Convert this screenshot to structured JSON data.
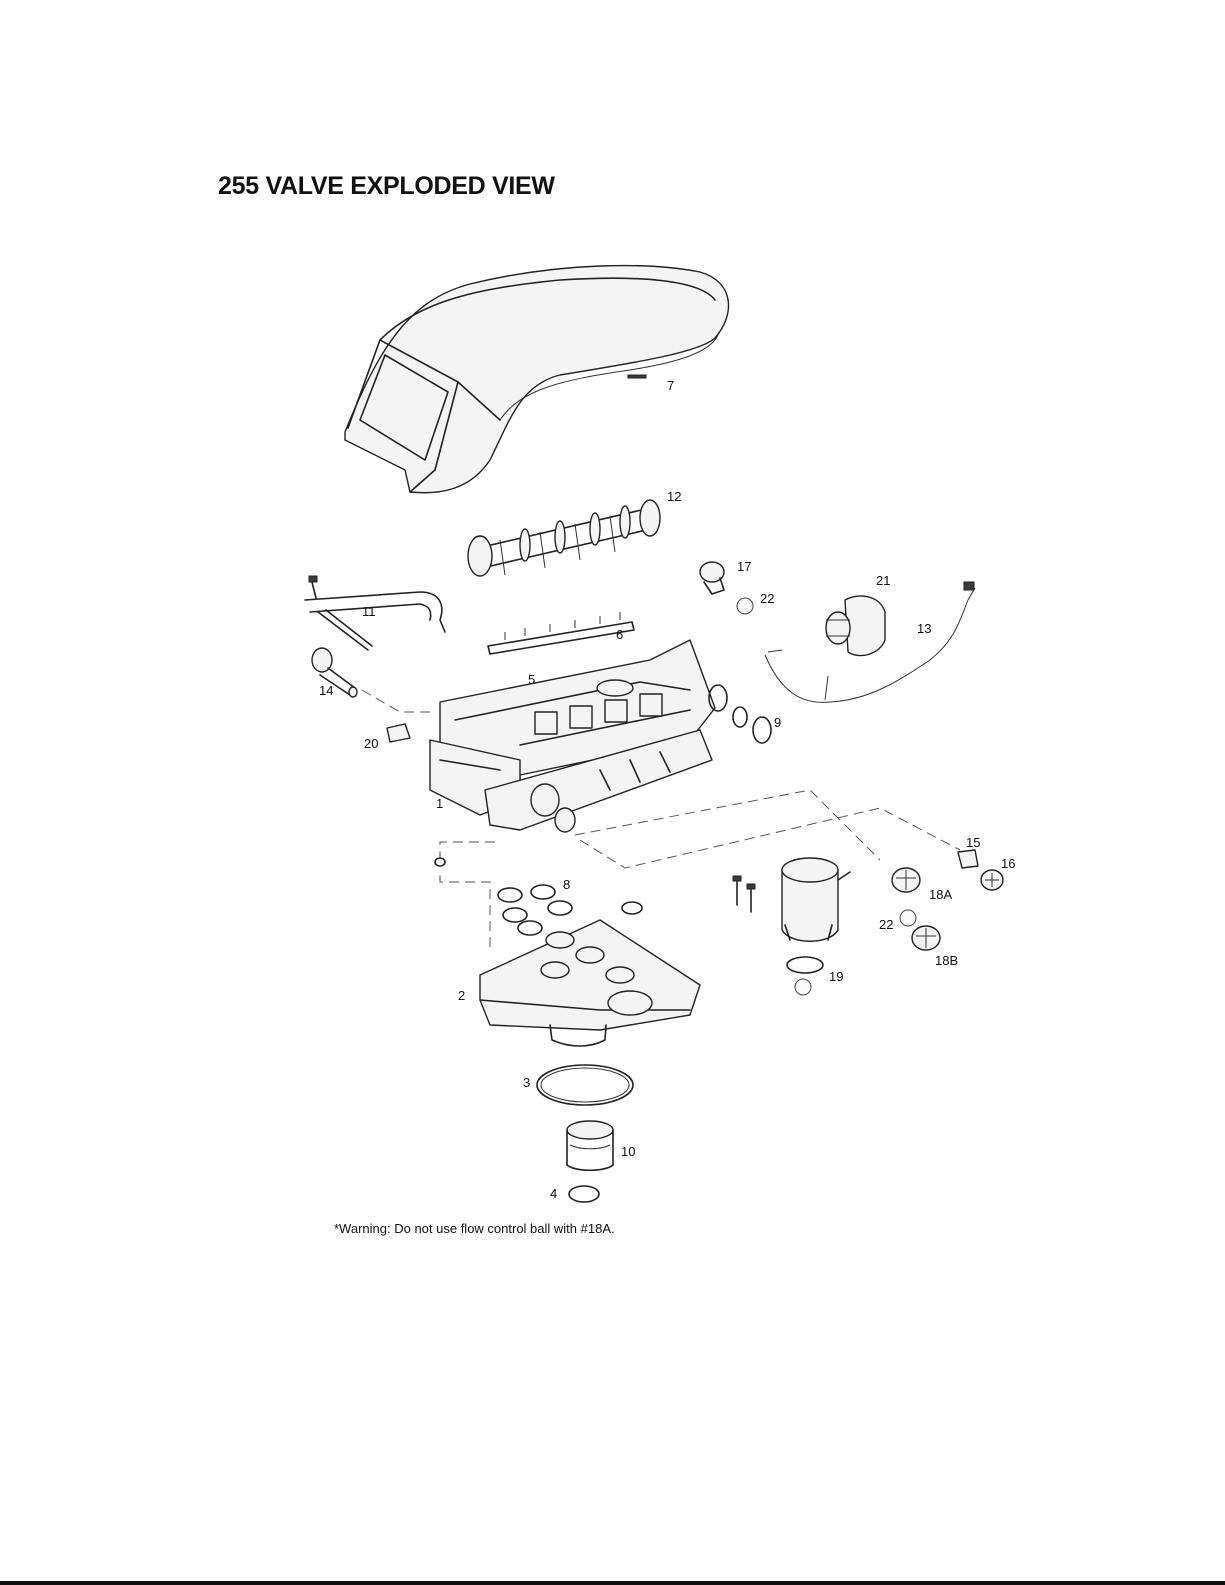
{
  "page": {
    "title": "255 VALVE EXPLODED VIEW",
    "warning": "*Warning: Do not use flow control ball with #18A."
  },
  "parts": [
    {
      "id": "p1",
      "label": "1"
    },
    {
      "id": "p2",
      "label": "2"
    },
    {
      "id": "p3",
      "label": "3"
    },
    {
      "id": "p4",
      "label": "4"
    },
    {
      "id": "p5",
      "label": "5"
    },
    {
      "id": "p6",
      "label": "6"
    },
    {
      "id": "p7",
      "label": "7"
    },
    {
      "id": "p8",
      "label": "8"
    },
    {
      "id": "p9",
      "label": "9"
    },
    {
      "id": "p10",
      "label": "10"
    },
    {
      "id": "p11",
      "label": "11"
    },
    {
      "id": "p12",
      "label": "12"
    },
    {
      "id": "p13",
      "label": "13"
    },
    {
      "id": "p14",
      "label": "14"
    },
    {
      "id": "p15",
      "label": "15"
    },
    {
      "id": "p16",
      "label": "16"
    },
    {
      "id": "p17",
      "label": "17"
    },
    {
      "id": "p18a",
      "label": "18A"
    },
    {
      "id": "p18b",
      "label": "18B"
    },
    {
      "id": "p19",
      "label": "19"
    },
    {
      "id": "p20",
      "label": "20"
    },
    {
      "id": "p21",
      "label": "21"
    },
    {
      "id": "p22a",
      "label": "22"
    },
    {
      "id": "p22b",
      "label": "22"
    }
  ]
}
